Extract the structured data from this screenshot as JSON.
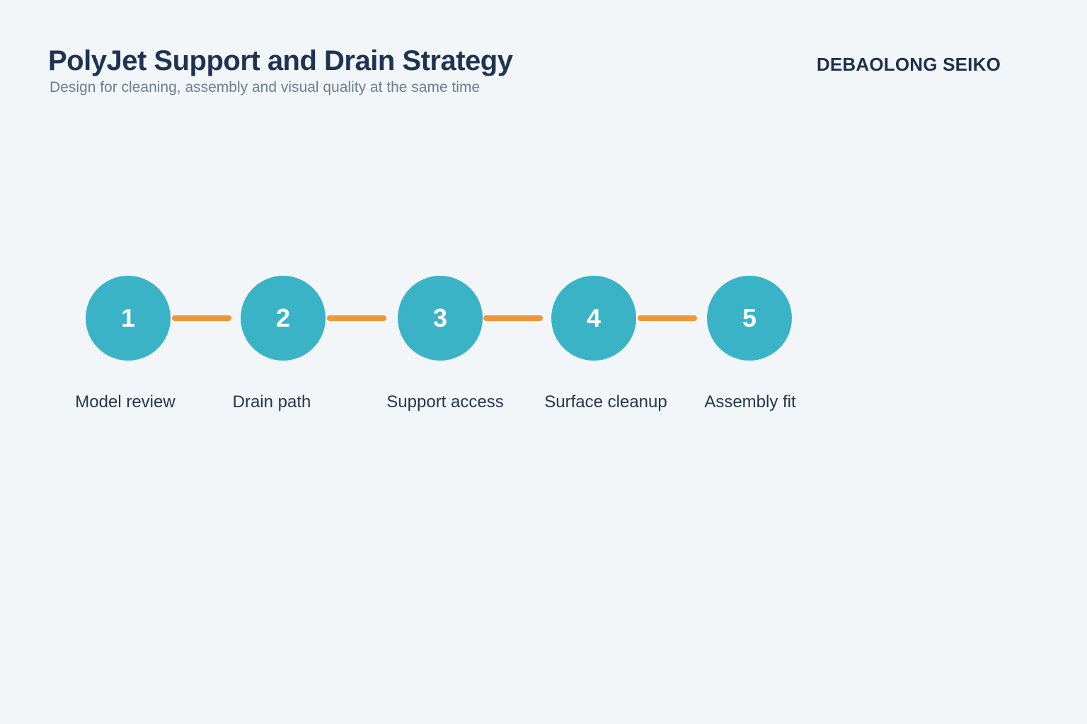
{
  "page": {
    "background": "#f2f6f9"
  },
  "header": {
    "title": "PolyJet Support and Drain Strategy",
    "subtitle": "Design for cleaning, assembly and visual quality at the same time",
    "brand": "DEBAOLONG SEIKO"
  },
  "colors": {
    "page_bg": "#f2f6f9",
    "title": "#1f3453",
    "subtitle": "#6f7e8c",
    "brand": "#1f2f4d",
    "step_circle": "#3ab3c7",
    "step_number": "#ffffff",
    "connector": "#ef953a",
    "label": "#27364a"
  },
  "process": {
    "steps": [
      {
        "number": "1",
        "label": "Model review"
      },
      {
        "number": "2",
        "label": "Drain path"
      },
      {
        "number": "3",
        "label": "Support access"
      },
      {
        "number": "4",
        "label": "Surface cleanup"
      },
      {
        "number": "5",
        "label": "Assembly fit"
      }
    ]
  }
}
